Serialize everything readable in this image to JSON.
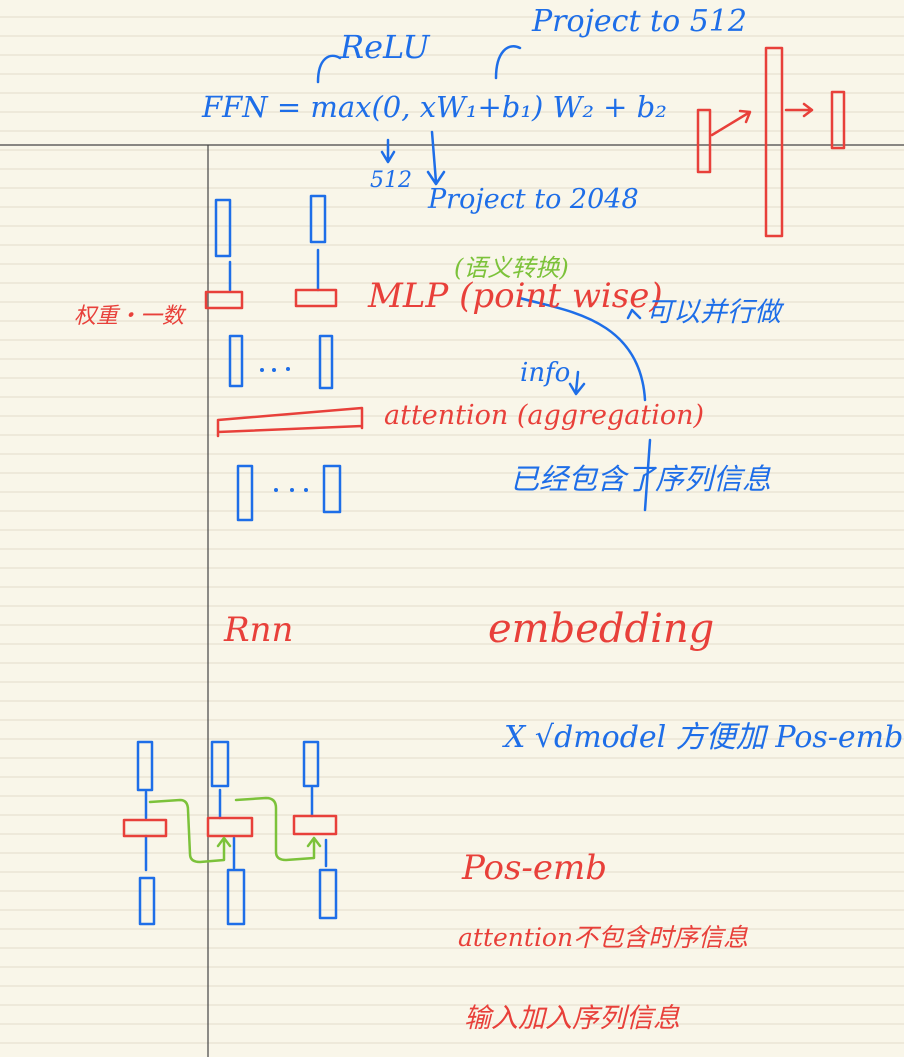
{
  "colors": {
    "ink_blue": "#1e6ee8",
    "ink_red": "#e8403a",
    "ink_green": "#7cc23a",
    "paper": "#f9f6e9",
    "rule": "#e2dccb",
    "margin": "#444444"
  },
  "notes": {
    "relu": "ReLU",
    "project_512": "Project to 512",
    "ffn": "FFN = max(0, xW₁+b₁) W₂ + b₂",
    "dim_512": "512",
    "project_2048": "Project to 2048",
    "convert": "(语义转换)",
    "weights_shared": "权重‧一数",
    "mlp": "MLP (point wise)",
    "parallel": "可以并行做",
    "info": "info",
    "attention": "attention (aggregation)",
    "has_sequence_info": "已经包含了序列信息",
    "rnn": "Rnn",
    "embedding": "embedding",
    "scale": "X √dmodel 方便加 Pos-emb",
    "pos_emb": "Pos-emb",
    "attn_no_order": "attention不包含时序信息",
    "add_order": "输入加入序列信息"
  }
}
